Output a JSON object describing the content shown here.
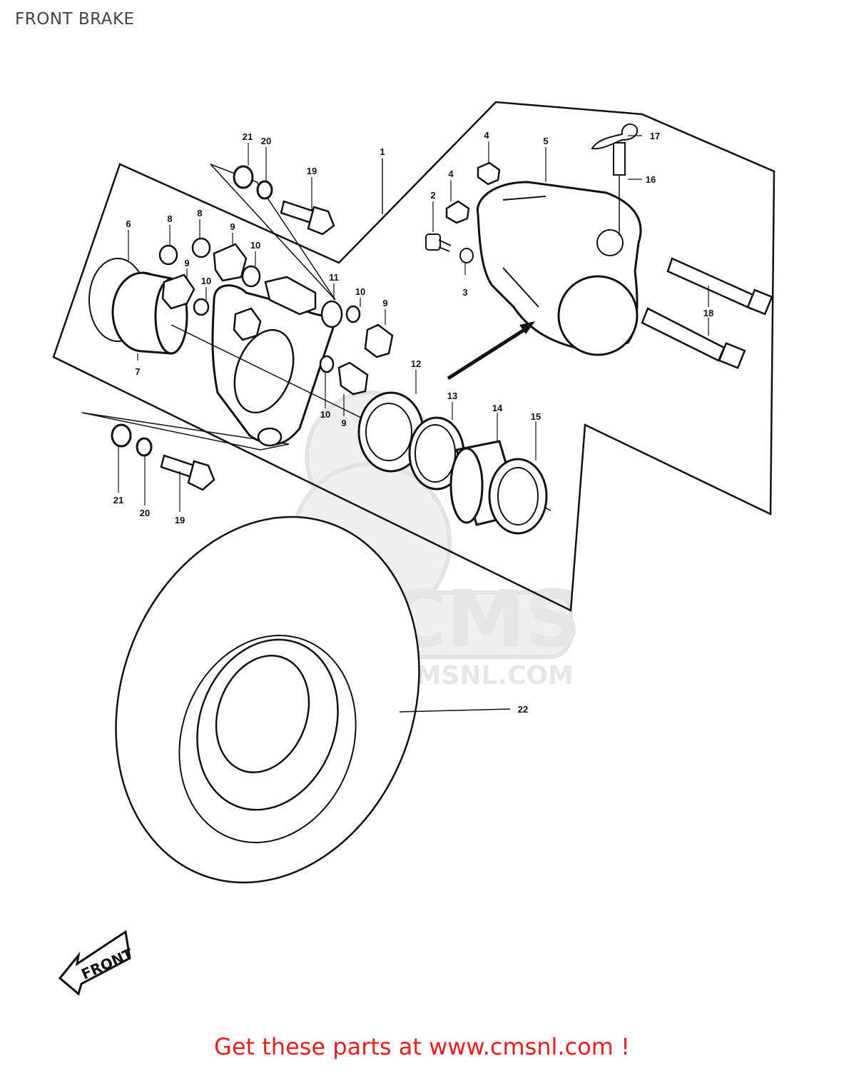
{
  "page": {
    "title": "FRONT BRAKE"
  },
  "watermark": {
    "logo_text": "CMS",
    "url_text": "WWW.CMSNL.COM"
  },
  "direction_arrow": {
    "label": "FRONT"
  },
  "footer": {
    "link_text": "Get these parts at www.cmsnl.com !",
    "color": "#ee1c1c"
  },
  "callouts": [
    {
      "id": "c1",
      "text": "1"
    },
    {
      "id": "c2",
      "text": "2"
    },
    {
      "id": "c3",
      "text": "3"
    },
    {
      "id": "c4a",
      "text": "4"
    },
    {
      "id": "c4b",
      "text": "4"
    },
    {
      "id": "c5",
      "text": "5"
    },
    {
      "id": "c6",
      "text": "6"
    },
    {
      "id": "c7",
      "text": "7"
    },
    {
      "id": "c8a",
      "text": "8"
    },
    {
      "id": "c8b",
      "text": "8"
    },
    {
      "id": "c9a",
      "text": "9"
    },
    {
      "id": "c9b",
      "text": "9"
    },
    {
      "id": "c9c",
      "text": "9"
    },
    {
      "id": "c9d",
      "text": "9"
    },
    {
      "id": "c10a",
      "text": "10"
    },
    {
      "id": "c10b",
      "text": "10"
    },
    {
      "id": "c10c",
      "text": "10"
    },
    {
      "id": "c10d",
      "text": "10"
    },
    {
      "id": "c11",
      "text": "11"
    },
    {
      "id": "c12",
      "text": "12"
    },
    {
      "id": "c13",
      "text": "13"
    },
    {
      "id": "c14",
      "text": "14"
    },
    {
      "id": "c15",
      "text": "15"
    },
    {
      "id": "c16",
      "text": "16"
    },
    {
      "id": "c17",
      "text": "17"
    },
    {
      "id": "c18",
      "text": "18"
    },
    {
      "id": "c19a",
      "text": "19"
    },
    {
      "id": "c19b",
      "text": "19"
    },
    {
      "id": "c20a",
      "text": "20"
    },
    {
      "id": "c20b",
      "text": "20"
    },
    {
      "id": "c21a",
      "text": "21"
    },
    {
      "id": "c21b",
      "text": "21"
    },
    {
      "id": "c22",
      "text": "22"
    }
  ]
}
